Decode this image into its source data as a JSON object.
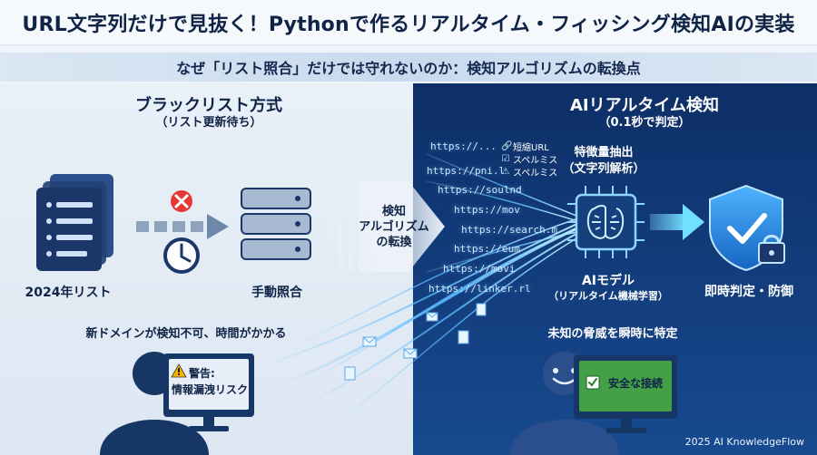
{
  "title": "URL文字列だけで見抜く！Pythonで作るリアルタイム・フィッシング検知AIの実装",
  "subtitle": "なぜ「リスト照合」だけでは守れないのか：検知アルゴリズムの転換点",
  "left": {
    "heading": "ブラックリスト方式",
    "subheading": "（リスト更新待ち）",
    "list_label": "2024年リスト",
    "manual_label": "手動照合",
    "problem_text": "新ドメインが検知不可、時間がかかる",
    "warning_line1": "警告:",
    "warning_line2": "情報漏洩リスク"
  },
  "center": {
    "line1": "検知",
    "line2": "アルゴリズム",
    "line3": "の転換"
  },
  "right": {
    "heading": "AIリアルタイム検知",
    "subheading": "（0.1秒で判定）",
    "feature_title_line1": "特徴量抽出",
    "feature_title_line2": "（文字列解析）",
    "features": [
      "短縮URL",
      "スペルミス",
      "スペルミス"
    ],
    "urls": [
      "https://...",
      "https://pni.l",
      "https://soulnd",
      "https://mov",
      "https://search.m",
      "https://eum",
      "https://movi",
      "https://linker.rl"
    ],
    "model_label": "AIモデル",
    "model_sub": "（リアルタイム機械学習）",
    "verdict_label": "即時判定・防御",
    "threat_text": "未知の脅威を瞬時に特定",
    "safe_text": "安全な接続"
  },
  "footer": "2025 AI KnowledgeFlow",
  "colors": {
    "navy": "#0f2346",
    "panel_blue": "#123b7a",
    "accent_cyan": "#4fc3ff",
    "danger_red": "#e53935",
    "safe_green": "#43a047"
  }
}
